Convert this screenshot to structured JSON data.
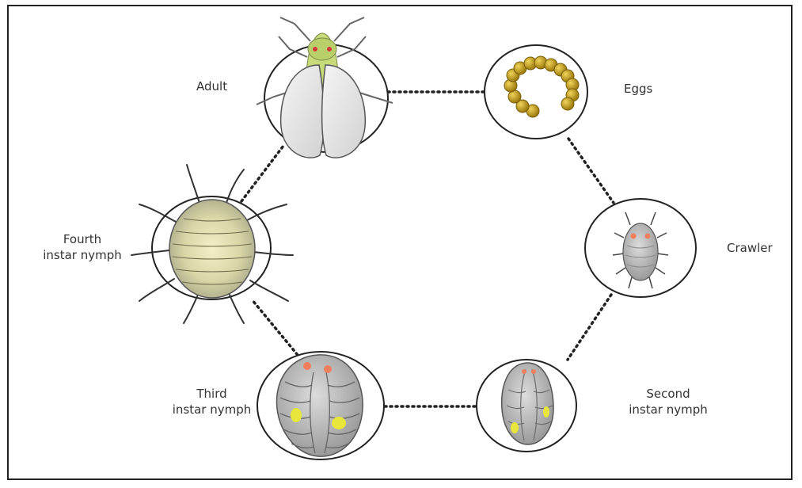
{
  "stages": {
    "adult": {
      "label": "Adult"
    },
    "eggs": {
      "label": "Eggs"
    },
    "crawler": {
      "label": "Crawler"
    },
    "second": {
      "line1": "Second",
      "line2": "instar nymph"
    },
    "third": {
      "line1": "Third",
      "line2": "instar nymph"
    },
    "fourth": {
      "line1": "Fourth",
      "line2": "instar nymph"
    }
  },
  "colors": {
    "frame": "#222222",
    "egg": "#c8a21e",
    "adult_body": "#c8db7a",
    "nymph_body": "#b5b5b5",
    "fourth_body": "#d9d8a8",
    "eye_spot": "#f07f5e",
    "yellow_patch": "#e8e63a"
  }
}
